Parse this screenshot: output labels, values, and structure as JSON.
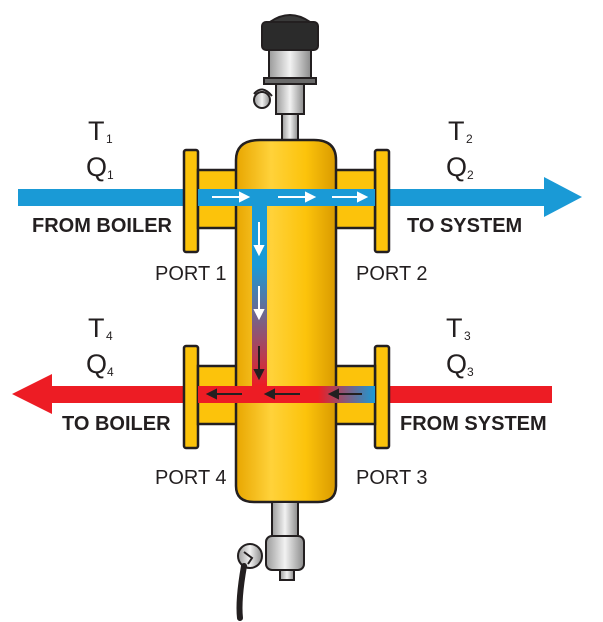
{
  "labels": {
    "port1": {
      "t": "T",
      "t_sub": "1",
      "q": "Q",
      "q_sub": "1",
      "flow": "FROM BOILER",
      "port": "PORT 1"
    },
    "port2": {
      "t": "T",
      "t_sub": "2",
      "q": "Q",
      "q_sub": "2",
      "flow": "TO SYSTEM",
      "port": "PORT 2"
    },
    "port3": {
      "t": "T",
      "t_sub": "3",
      "q": "Q",
      "q_sub": "3",
      "flow": "FROM SYSTEM",
      "port": "PORT 3"
    },
    "port4": {
      "t": "T",
      "t_sub": "4",
      "q": "Q",
      "q_sub": "4",
      "flow": "TO BOILER",
      "port": "PORT 4"
    }
  },
  "colors": {
    "hot_flow": "#1a9ad6",
    "cold_flow": "#ed1c24",
    "body": "#fcc30b",
    "outline": "#231f20"
  }
}
